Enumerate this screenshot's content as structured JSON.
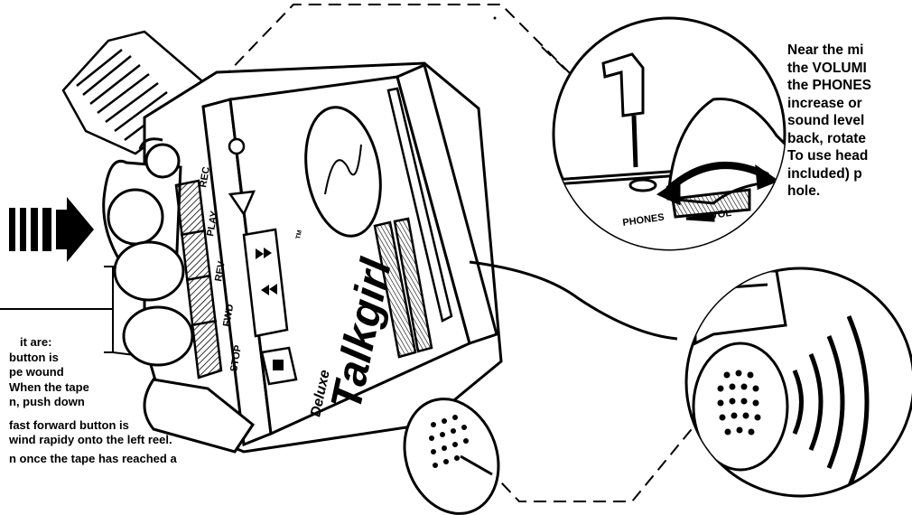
{
  "title_partial": "n",
  "right_text": [
    "Near the mi",
    "the VOLUMI",
    "the PHONES",
    "increase or",
    "sound level",
    "back, rotate",
    "To use head",
    "included) p",
    "hole."
  ],
  "left_text": [
    "it are:",
    "button is",
    "pe wound",
    "When the tape",
    "n, push down",
    "",
    "fast forward button is",
    "wind rapidy onto the left reel.",
    "n once the tape has reached a"
  ],
  "device_labels": {
    "rec": "REC",
    "play": "PLAY",
    "rev": "REV",
    "fwd": "FWD",
    "stop": "STOP",
    "brand_deluxe": "Deluxe",
    "brand_name": "Talkgirl",
    "trademark": "TM"
  },
  "inset_labels": {
    "phones": "PHONES",
    "vol": "VOL"
  },
  "icons": [
    "arrow-right-icon",
    "fast-forward-icon",
    "rewind-icon",
    "stop-icon",
    "triangle-down-icon"
  ]
}
